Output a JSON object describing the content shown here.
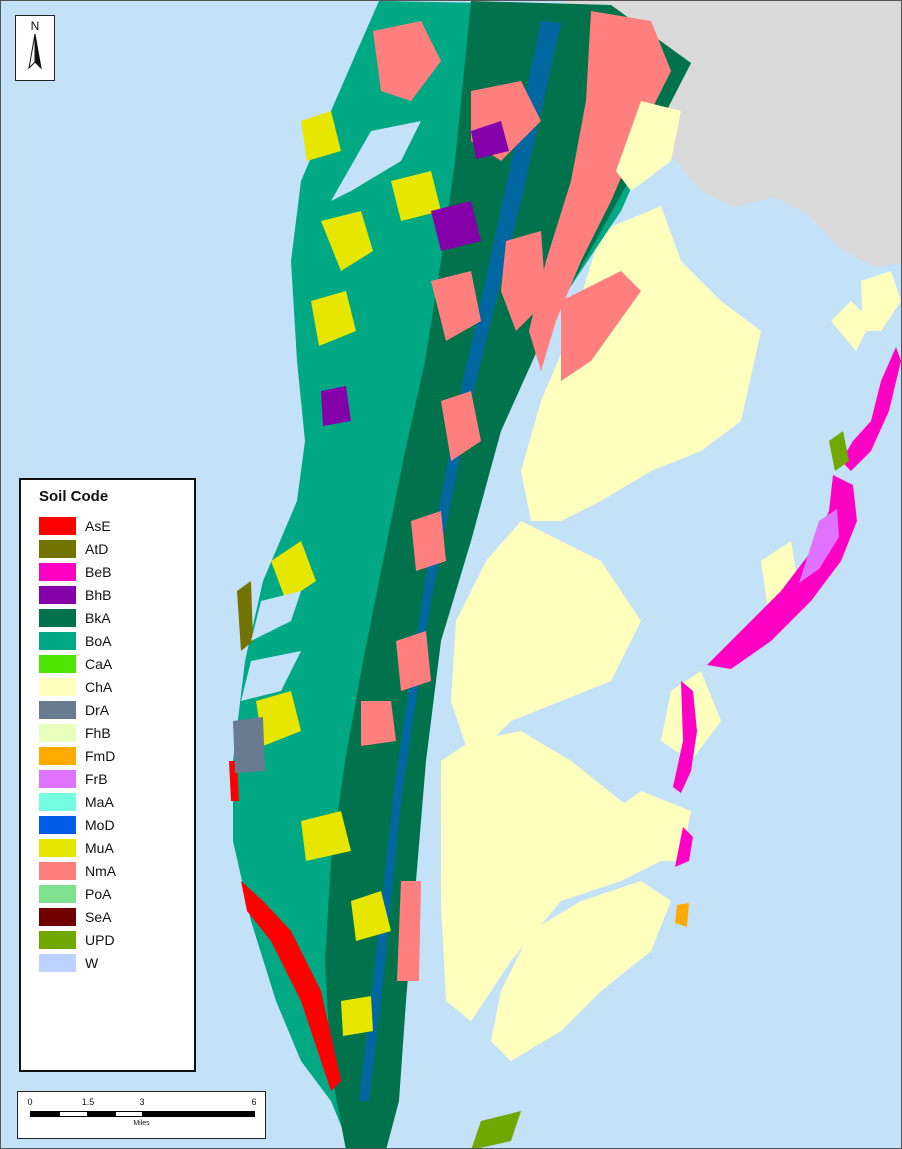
{
  "map": {
    "colors": {
      "water": "#c4e2f7",
      "mainland": "#d9d9d9"
    }
  },
  "north_arrow": {
    "letter": "N"
  },
  "legend": {
    "title": "Soil Code",
    "items": [
      {
        "code": "AsE",
        "color": "#ff0000"
      },
      {
        "code": "AtD",
        "color": "#737300"
      },
      {
        "code": "BeB",
        "color": "#ff00c5"
      },
      {
        "code": "BhB",
        "color": "#8400a8"
      },
      {
        "code": "BkA",
        "color": "#00734c"
      },
      {
        "code": "BoA",
        "color": "#00a884"
      },
      {
        "code": "CaA",
        "color": "#4ce600"
      },
      {
        "code": "ChA",
        "color": "#ffffbe"
      },
      {
        "code": "DrA",
        "color": "#687b8f"
      },
      {
        "code": "FhB",
        "color": "#e9ffbe"
      },
      {
        "code": "FmD",
        "color": "#ffaa00"
      },
      {
        "code": "FrB",
        "color": "#df73ff"
      },
      {
        "code": "MaA",
        "color": "#73ffdf"
      },
      {
        "code": "MoD",
        "color": "#005ce6"
      },
      {
        "code": "MuA",
        "color": "#e6e600"
      },
      {
        "code": "NmA",
        "color": "#ff7f7f"
      },
      {
        "code": "PoA",
        "color": "#7fe08f"
      },
      {
        "code": "SeA",
        "color": "#730000"
      },
      {
        "code": "UPD",
        "color": "#70a800"
      },
      {
        "code": "W",
        "color": "#bed2ff"
      }
    ]
  },
  "scale_bar": {
    "ticks": [
      "0",
      "1.5",
      "3",
      "6"
    ],
    "units": "Miles"
  }
}
